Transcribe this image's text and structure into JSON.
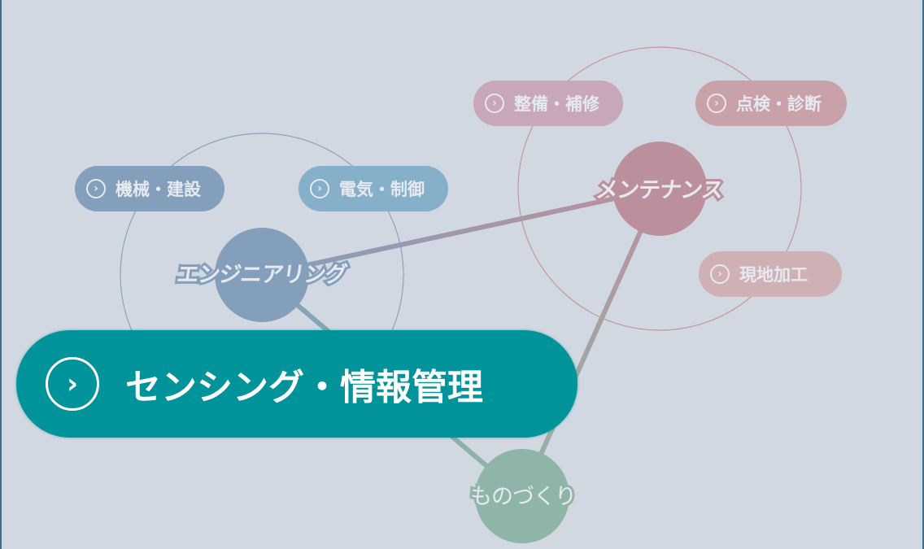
{
  "colors": {
    "background": "#d2d8e2",
    "frame_border": "#3b6f8e",
    "engineering": "#849fbb",
    "maintenance": "#bb909c",
    "monozukuri": "#8fb5a8",
    "highlight": "#00939a"
  },
  "hubs": {
    "engineering": {
      "label": "エンジニアリング"
    },
    "maintenance": {
      "label": "メンテナンス"
    },
    "monozukuri": {
      "label": "ものづくり"
    }
  },
  "pills": {
    "machinery": {
      "label": "機械・建設",
      "icon": "chevron-right-circle-icon"
    },
    "electrical": {
      "label": "電気・制御",
      "icon": "chevron-right-circle-icon"
    },
    "repair": {
      "label": "整備・補修",
      "icon": "chevron-right-circle-icon"
    },
    "inspection": {
      "label": "点検・診断",
      "icon": "chevron-right-circle-icon"
    },
    "onsite": {
      "label": "現地加工",
      "icon": "chevron-right-circle-icon"
    }
  },
  "highlight": {
    "label": "センシング・情報管理",
    "icon": "chevron-right-circle-icon"
  }
}
